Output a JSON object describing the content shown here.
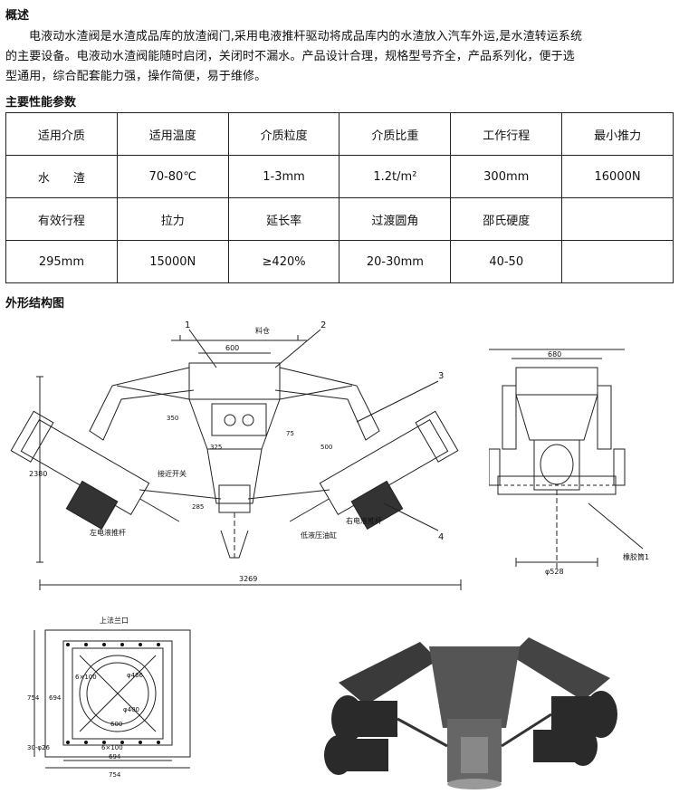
{
  "overview": {
    "heading": "概述",
    "line1": "电液动水渣阀是水渣成品库的放渣阀门,采用电液推杆驱动将成品库内的水渣放入汽车外运,是水渣转运系统",
    "line2": "的主要设备。电液动水渣阀能随时启闭，关闭时不漏水。产品设计合理，规格型号齐全，产品系列化，便于选",
    "line3": "型通用，综合配套能力强，操作简便，易于维修。"
  },
  "specs": {
    "heading": "主要性能参数",
    "rows": [
      [
        "适用介质",
        "适用温度",
        "介质粒度",
        "介质比重",
        "工作行程",
        "最小推力"
      ],
      [
        "水　　渣",
        "70-80℃",
        "1-3mm",
        "1.2t/m²",
        "300mm",
        "16000N"
      ],
      [
        "有效行程",
        "拉力",
        "延长率",
        "过渡圆角",
        "邵氏硬度",
        ""
      ],
      [
        "295mm",
        "15000N",
        "≥420%",
        "20-30mm",
        "40-50",
        ""
      ]
    ]
  },
  "drawings": {
    "heading": "外形结构图",
    "front": {
      "callouts": [
        "1",
        "2",
        "3",
        "4"
      ],
      "hopper": "料仓",
      "dims": [
        "600",
        "350",
        "325",
        "75",
        "285",
        "500",
        "2380",
        "3269"
      ],
      "left_actuator": "左电液推杆",
      "right_actuator": "右电液推杆",
      "limit_switch": "接近开关",
      "cylinder": "低液压油缸"
    },
    "side": {
      "dims": [
        "680",
        "φ528"
      ],
      "part": "橡胶筒1"
    },
    "flange": {
      "title": "上法兰口",
      "dims": [
        "754",
        "694",
        "6×100",
        "φ466",
        "φ400",
        "600",
        "6×100",
        "694",
        "754"
      ],
      "holes": "30-φ26"
    }
  }
}
